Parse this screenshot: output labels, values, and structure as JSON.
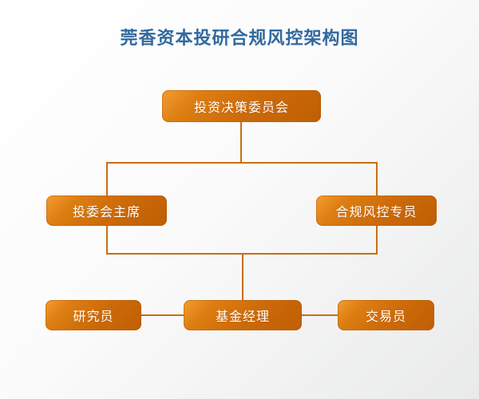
{
  "title": "莞香资本投研合规风控架构图",
  "colors": {
    "title_text": "#31699f",
    "node_fill_light": "#f39d33",
    "node_fill_dark": "#bf5e05",
    "node_text": "#ffffff",
    "connector": "#c86f10",
    "background_light": "#ffffff",
    "background_dark": "#e9eaea"
  },
  "nodes": [
    {
      "id": "investment-committee",
      "label": "投资决策委员会",
      "level": 1
    },
    {
      "id": "committee-chairman",
      "label": "投委会主席",
      "level": 2
    },
    {
      "id": "compliance-officer",
      "label": "合规风控专员",
      "level": 2
    },
    {
      "id": "researcher",
      "label": "研究员",
      "level": 3
    },
    {
      "id": "fund-manager",
      "label": "基金经理",
      "level": 3
    },
    {
      "id": "trader",
      "label": "交易员",
      "level": 3
    }
  ],
  "edges": [
    {
      "from": "投资决策委员会",
      "to": "投委会主席"
    },
    {
      "from": "投资决策委员会",
      "to": "合规风控专员"
    },
    {
      "from": "投委会主席",
      "to": "基金经理"
    },
    {
      "from": "合规风控专员",
      "to": "基金经理"
    },
    {
      "from": "研究员",
      "to": "基金经理"
    },
    {
      "from": "基金经理",
      "to": "交易员"
    }
  ]
}
